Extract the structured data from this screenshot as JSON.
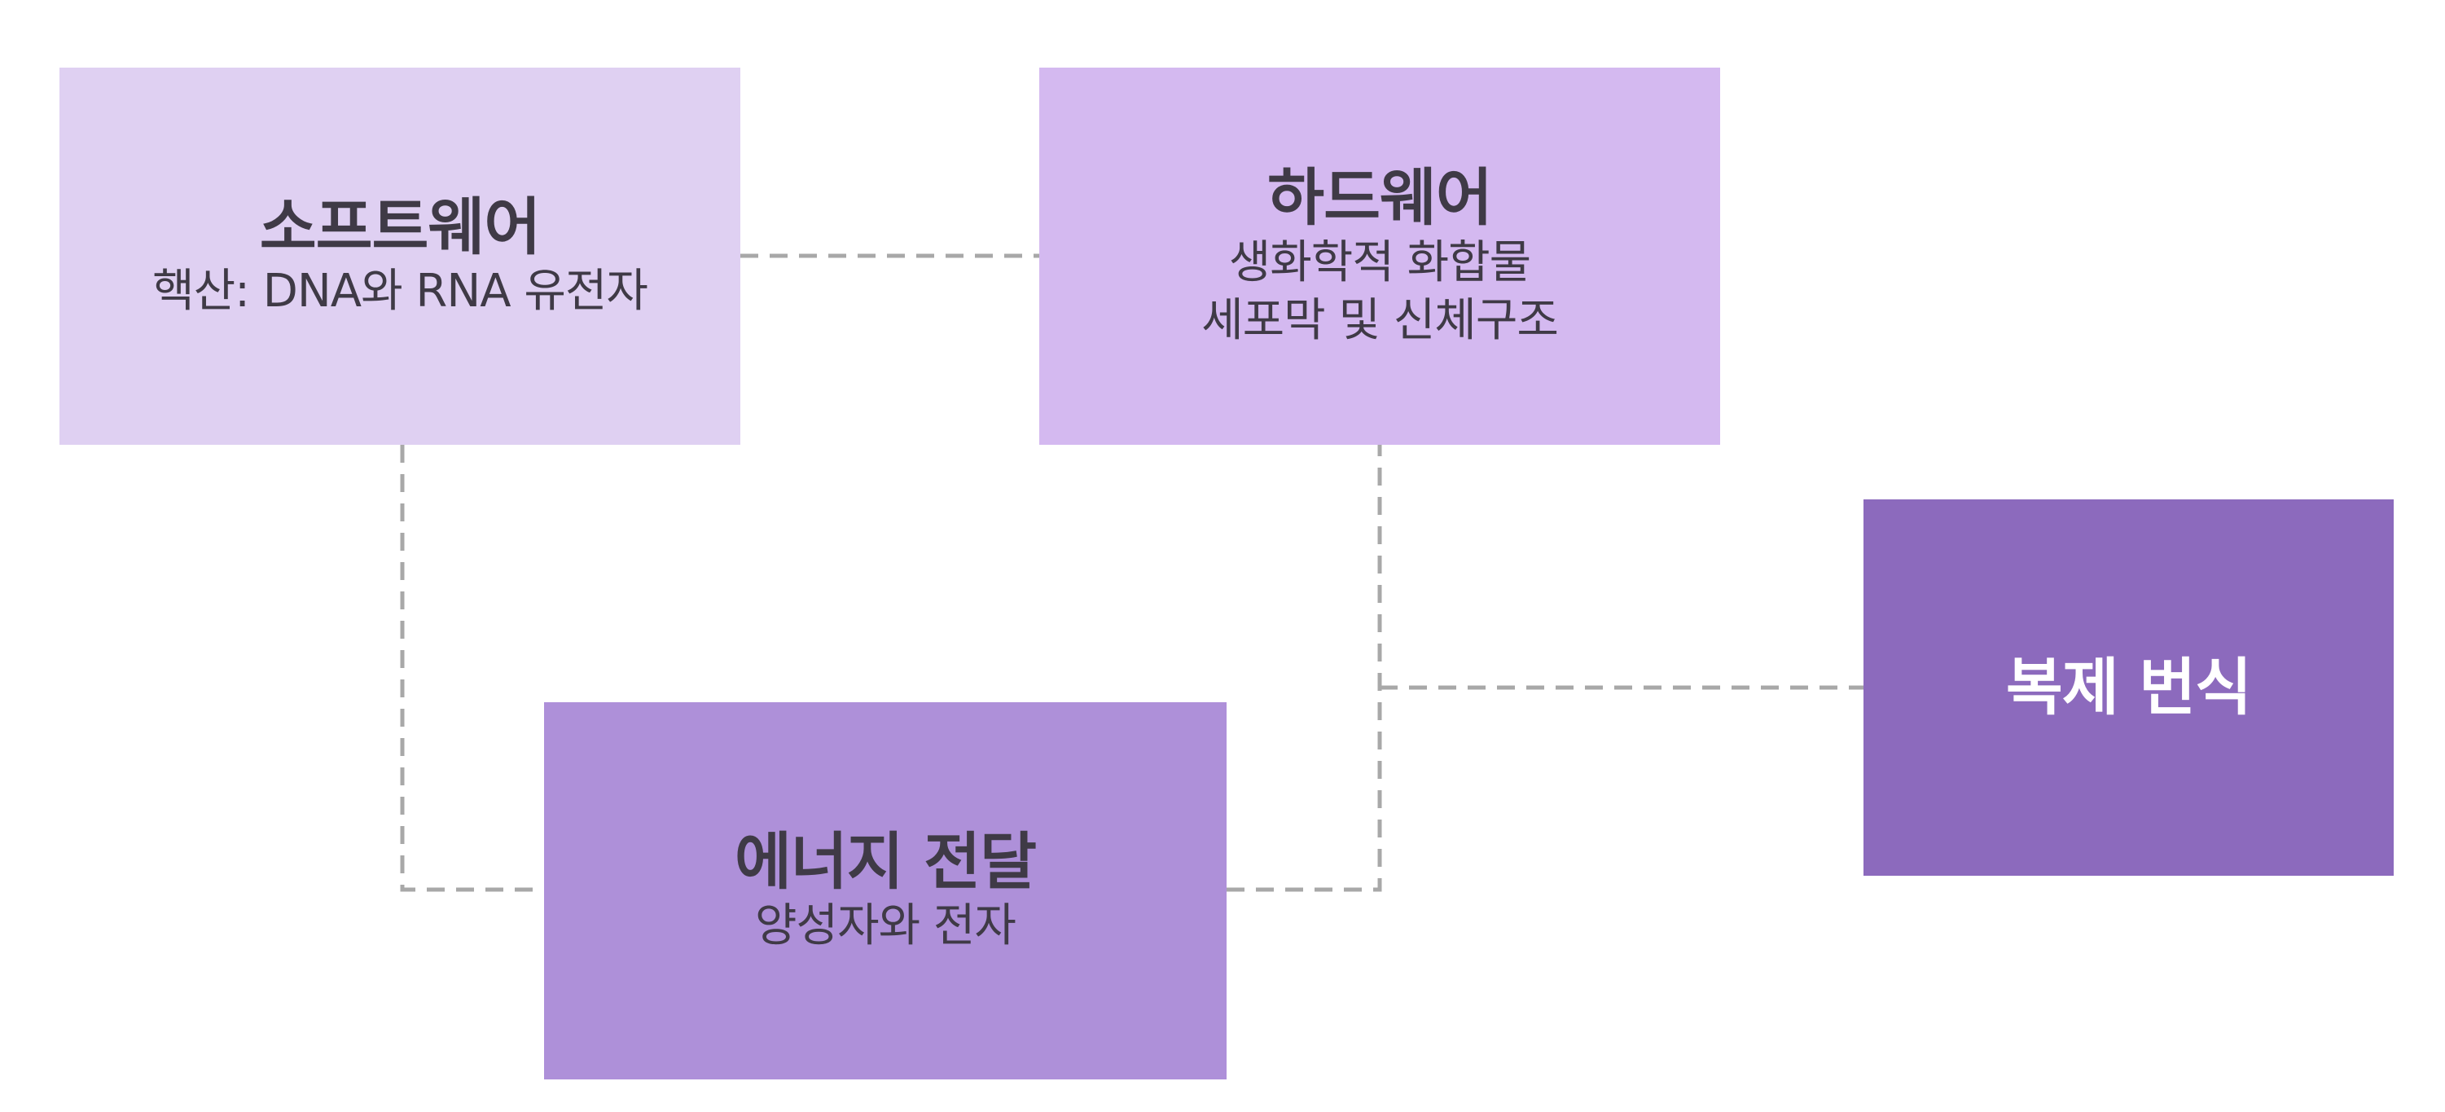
{
  "nodes": {
    "software": {
      "title": "소프트웨어",
      "lines": [
        "핵산: DNA와 RNA 유전자"
      ],
      "color": "#dfd0f2"
    },
    "hardware": {
      "title": "하드웨어",
      "lines": [
        "생화학적 화합물",
        "세포막 및 신체구조"
      ],
      "color": "#d4b9f0"
    },
    "energy": {
      "title": "에너지 전달",
      "lines": [
        "양성자와 전자"
      ],
      "color": "#ae90d9"
    },
    "replication": {
      "title": "복제 번식",
      "lines": [],
      "color": "#8c6abd"
    }
  },
  "colors": {
    "text_dark": "#3f3a46",
    "text_light": "#ffffff",
    "connector": "#a8a8a8",
    "background": "#ffffff"
  },
  "connectors": [
    {
      "from": "software",
      "to": "hardware"
    },
    {
      "from": "software",
      "to": "energy"
    },
    {
      "from": "energy",
      "to": "hardware"
    },
    {
      "from": "hardware",
      "to": "replication"
    }
  ]
}
